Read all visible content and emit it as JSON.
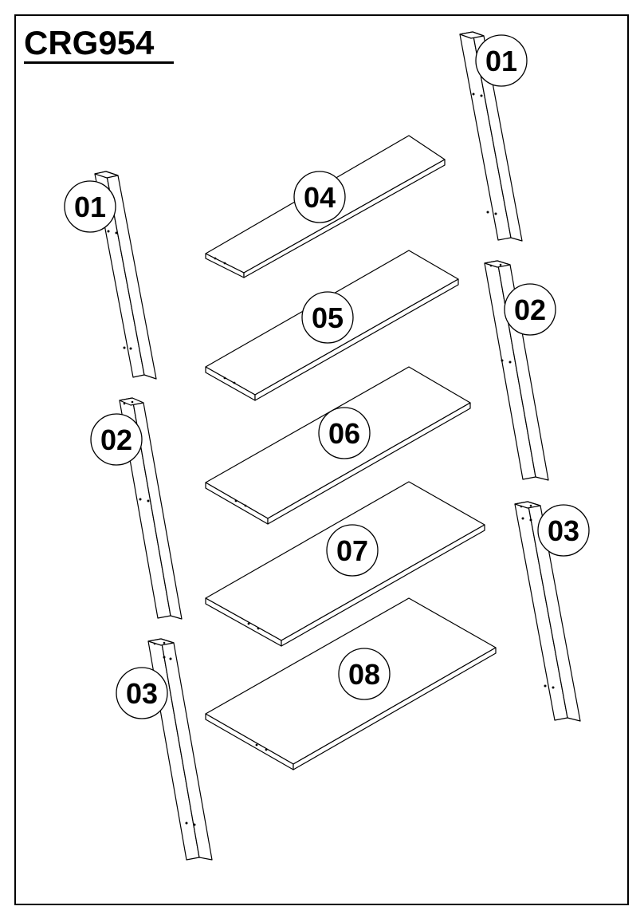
{
  "title": "CRG954",
  "parts": {
    "p01_left": "01",
    "p01_right": "01",
    "p02_left": "02",
    "p02_right": "02",
    "p03_left": "03",
    "p03_right": "03",
    "p04": "04",
    "p05": "05",
    "p06": "06",
    "p07": "07",
    "p08": "08"
  }
}
